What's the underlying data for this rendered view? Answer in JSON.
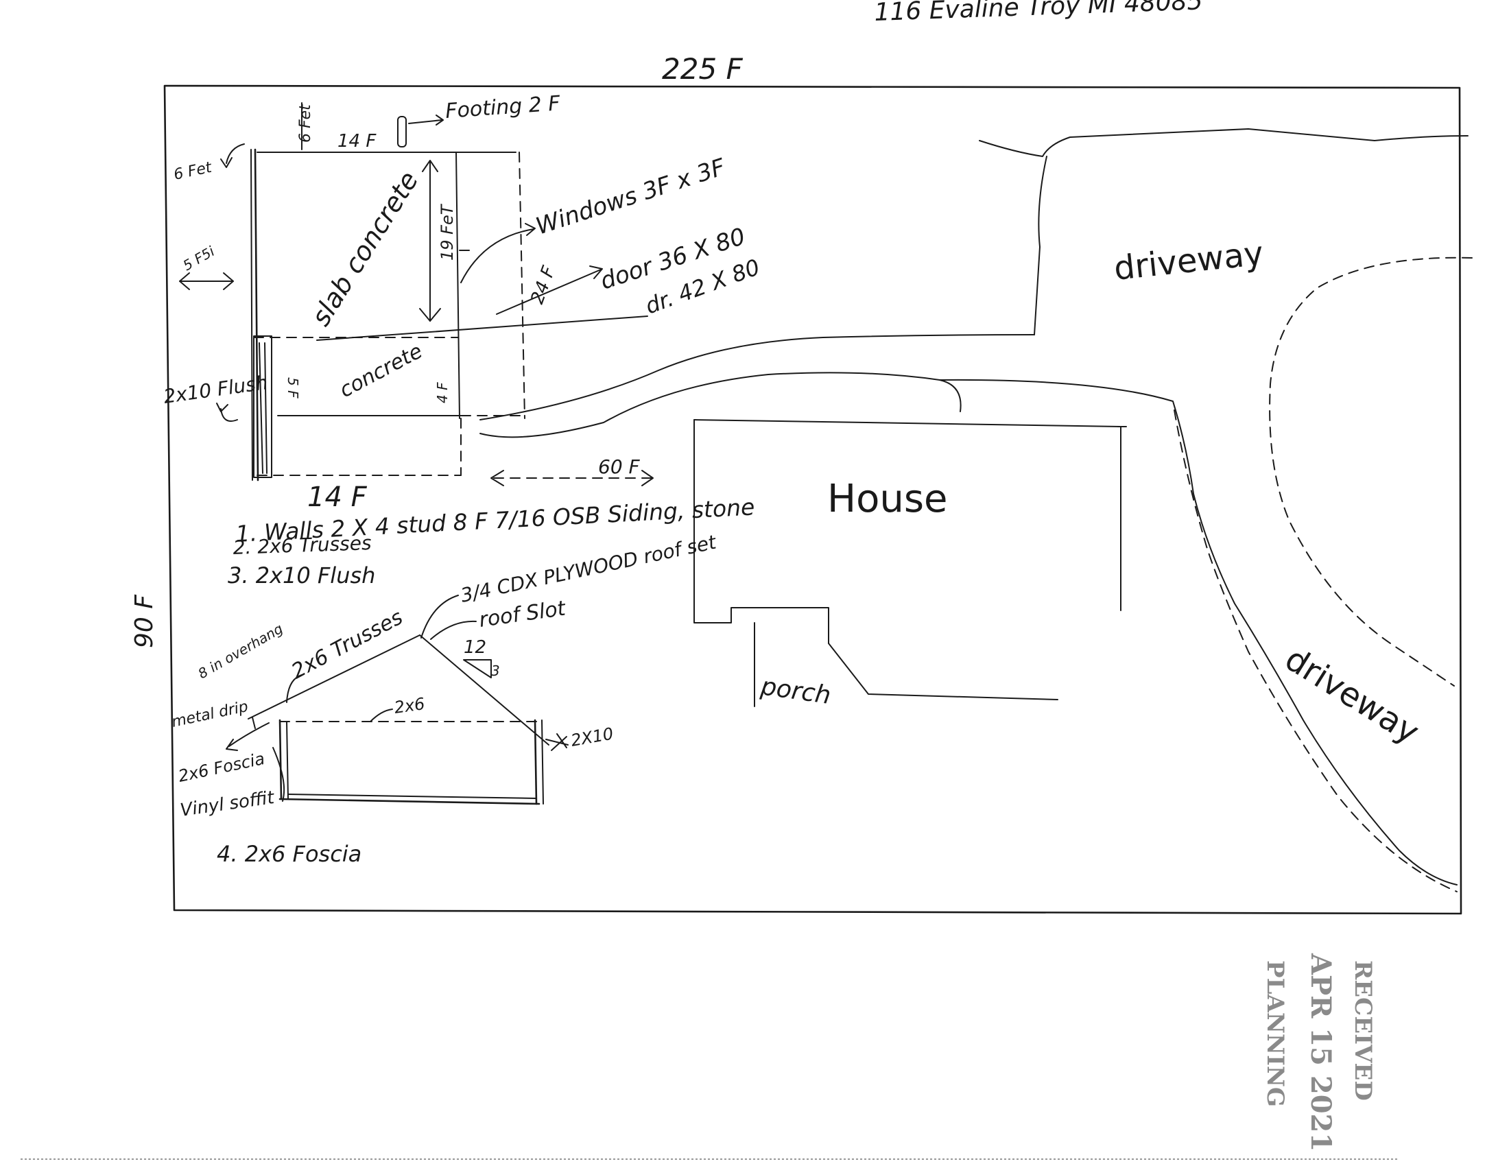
{
  "header": {
    "address": "116 Evaline Troy MI 48085"
  },
  "lot": {
    "top_width": "225 F",
    "side_depth": "90 F"
  },
  "shed": {
    "setback_top": "6 Fet",
    "setback_left": "6 Fet",
    "setback_arrow": "5 F5i",
    "footing": "Footing 2 F",
    "width_top": "14 F",
    "depth_label": "19 FeT",
    "slab": "slab concrete",
    "side_24": "24 F",
    "windows": "Windows 3F x 3F",
    "door1": "door 36 X 80",
    "door2": "dr. 42 X 80",
    "flush_label": "2x10 Flush",
    "five_f": "5 F",
    "porch_slab": "concrete",
    "four_f": "4 F",
    "width_bottom": "14 F",
    "distance_to_house": "60 F"
  },
  "notes": [
    "1. Walls 2 X 4 stud 8 F 7/16 OSB Siding, stone",
    "2. 2x6 Trusses",
    "3. 2x10 Flush"
  ],
  "note4": "4. 2x6 Foscia",
  "roof_section": {
    "plywood": "3/4 CDX PLYWOOD roof set",
    "roof_slot": "roof Slot",
    "pitch_run": "12",
    "pitch_rise": "3",
    "trusses": "2x6 Trusses",
    "overhang": "8 in overhang",
    "drip": "metal drip",
    "fascia": "2x6 Foscia",
    "soffit": "Vinyl soffit",
    "ceiling_joist": "2x6",
    "header": "2X10"
  },
  "site": {
    "driveway_1": "driveway",
    "driveway_2": "driveway",
    "house": "House",
    "porch": "porch"
  },
  "stamp": {
    "line1": "RECEIVED",
    "line2": "APR 15 2021",
    "line3": "PLANNING"
  }
}
